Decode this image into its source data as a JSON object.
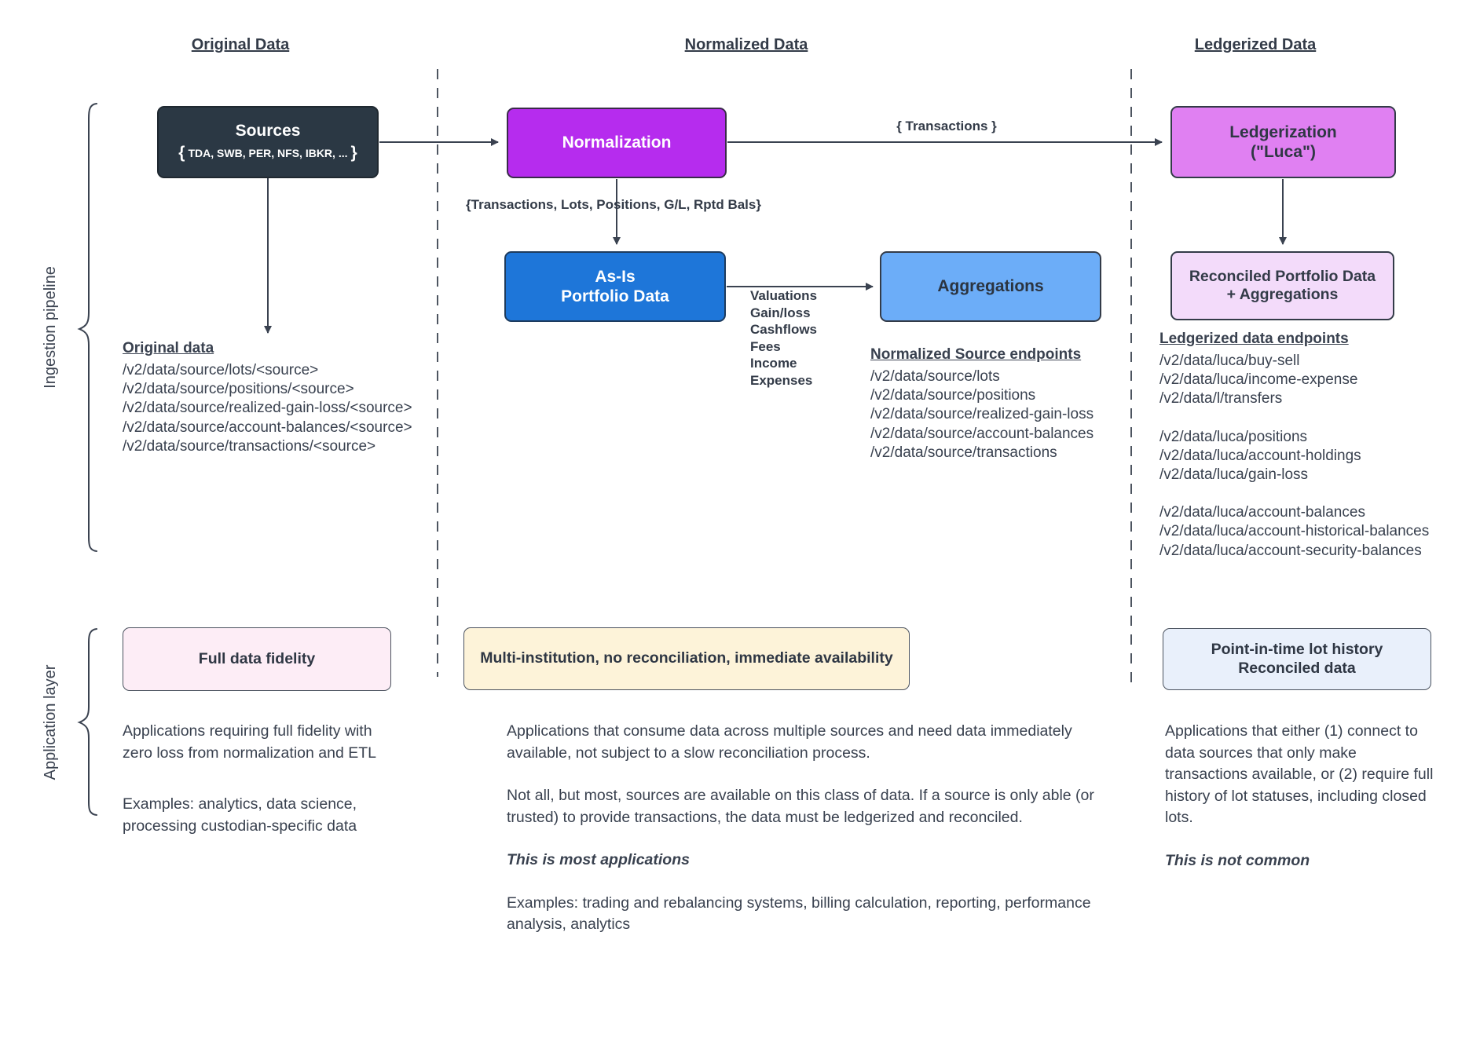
{
  "headers": {
    "original": "Original Data",
    "normalized": "Normalized Data",
    "ledgerized": "Ledgerized Data"
  },
  "side_labels": {
    "ingestion_pipeline": "Ingestion pipeline",
    "application_layer": "Application layer"
  },
  "nodes": {
    "sources": {
      "title": "Sources",
      "brace_open": "{",
      "subtitle": "TDA, SWB, PER, NFS, IBKR, ...",
      "brace_close": "}"
    },
    "normalization": {
      "label": "Normalization"
    },
    "as_is": {
      "line1": "As-Is",
      "line2": "Portfolio Data"
    },
    "aggregations": {
      "label": "Aggregations"
    },
    "ledgerization": {
      "line1": "Ledgerization",
      "line2": "(\"Luca\")"
    },
    "reconciled": {
      "line1": "Reconciled Portfolio Data",
      "line2": "+ Aggregations"
    },
    "full_fidelity": {
      "label": "Full data fidelity"
    },
    "multi_institution": {
      "label": "Multi-institution, no reconciliation, immediate availability"
    },
    "point_in_time": {
      "line1": "Point-in-time lot history",
      "line2": "Reconciled data"
    }
  },
  "edge_labels": {
    "transactions": "{ Transactions }",
    "normalization_outputs": "{Transactions, Lots, Positions, G/L, Rptd Bals}",
    "aggregation_inputs": [
      "Valuations",
      "Gain/loss",
      "Cashflows",
      "Fees",
      "Income",
      "Expenses"
    ]
  },
  "endpoints": {
    "original": {
      "heading": "Original data",
      "items": [
        "/v2/data/source/lots/<source>",
        "/v2/data/source/positions/<source>",
        "/v2/data/source/realized-gain-loss/<source>",
        "/v2/data/source/account-balances/<source>",
        "/v2/data/source/transactions/<source>"
      ]
    },
    "normalized": {
      "heading": "Normalized Source endpoints",
      "items": [
        "/v2/data/source/lots",
        "/v2/data/source/positions",
        "/v2/data/source/realized-gain-loss",
        "/v2/data/source/account-balances",
        "/v2/data/source/transactions"
      ]
    },
    "ledgerized": {
      "heading": "Ledgerized data endpoints",
      "groups": [
        [
          "/v2/data/luca/buy-sell",
          "/v2/data/luca/income-expense",
          "/v2/data/l/transfers"
        ],
        [
          "/v2/data/luca/positions",
          "/v2/data/luca/account-holdings",
          "/v2/data/luca/gain-loss"
        ],
        [
          "/v2/data/luca/account-balances",
          "/v2/data/luca/account-historical-balances",
          "/v2/data/luca/account-security-balances"
        ]
      ]
    }
  },
  "descriptions": {
    "original": {
      "p1": "Applications requiring full fidelity with zero loss from normalization and ETL",
      "p2": "Examples: analytics, data science, processing custodian-specific data"
    },
    "normalized": {
      "p1": "Applications that consume data across multiple sources and need data immediately available, not subject to a slow reconciliation process.",
      "p2": "Not all, but most, sources are available on this class of data. If a source is only able (or trusted) to provide transactions, the data must be ledgerized and reconciled.",
      "emphasis": "This is most applications",
      "p3": "Examples: trading and rebalancing systems, billing calculation, reporting, performance analysis, analytics"
    },
    "ledgerized": {
      "p1": "Applications that either (1) connect to data sources that only make transactions available, or (2) require full history of lot statuses, including closed lots.",
      "emphasis": "This is not common"
    }
  },
  "colors": {
    "ink": "#3a4250",
    "sources_bg": "#2b3844",
    "normalization_bg": "#b62cee",
    "as_is_bg": "#1e76d9",
    "aggregations_bg": "#6cadf8",
    "ledgerization_bg": "#e080f2",
    "reconciled_bg": "#f3dbfa",
    "full_fidelity_bg": "#fdedf6",
    "multi_institution_bg": "#fdf3d9",
    "point_in_time_bg": "#e9f0fb"
  }
}
